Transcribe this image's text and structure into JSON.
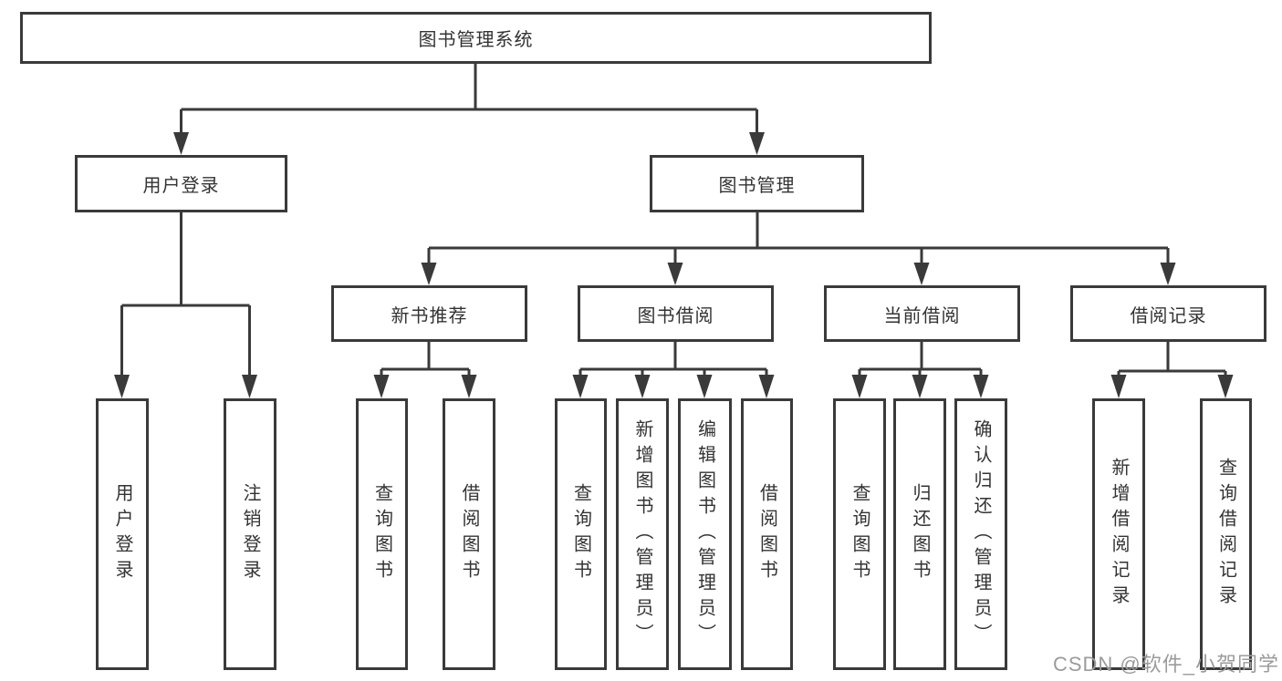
{
  "colors": {
    "line": "#3a3a3a",
    "text": "#333333",
    "watermark_text": "#9b9b9b",
    "background": "#ffffff"
  },
  "tree": {
    "label": "图书管理系统",
    "children": [
      {
        "label": "用户登录",
        "children": [
          {
            "label": "用户登录"
          },
          {
            "label": "注销登录"
          }
        ]
      },
      {
        "label": "图书管理",
        "children": [
          {
            "label": "新书推荐",
            "children": [
              {
                "label": "查询图书"
              },
              {
                "label": "借阅图书"
              }
            ]
          },
          {
            "label": "图书借阅",
            "children": [
              {
                "label": "查询图书"
              },
              {
                "label": "新增图书（管理员）"
              },
              {
                "label": "编辑图书（管理员）"
              },
              {
                "label": "借阅图书"
              }
            ]
          },
          {
            "label": "当前借阅",
            "children": [
              {
                "label": "查询图书"
              },
              {
                "label": "归还图书"
              },
              {
                "label": "确认归还（管理员）"
              }
            ]
          },
          {
            "label": "借阅记录",
            "children": [
              {
                "label": "新增借阅记录"
              },
              {
                "label": "查询借阅记录"
              }
            ]
          }
        ]
      }
    ]
  },
  "watermark": "CSDN @软件_小贺同学"
}
